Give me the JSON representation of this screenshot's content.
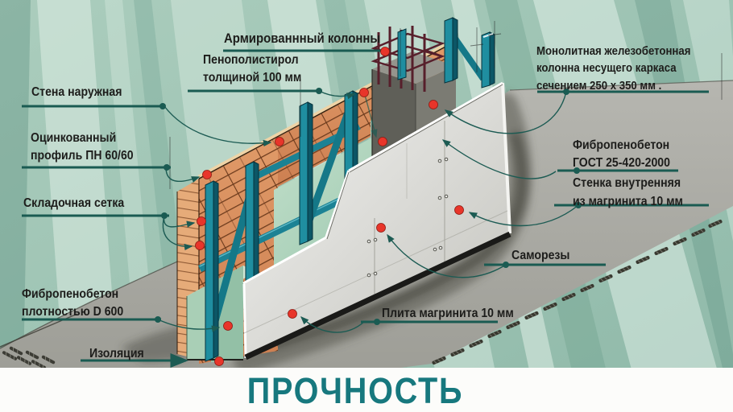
{
  "title": "ПРОЧНОСТЬ",
  "colors": {
    "background_teal": "#9cc2b3",
    "label_line_teal": "#1a5b52",
    "marker_red": "#e8352a",
    "title_teal": "#17787e",
    "steel_teal": "#1b8294",
    "brick_orange": "#d98e60",
    "panel_gray": "#dcdcd8"
  },
  "labels": {
    "armored_columns": "Армированнный колонны",
    "foam": [
      "Пенополистирол",
      "толщиной 100 мм"
    ],
    "outer_wall": "Стена наружная",
    "profile": [
      "Оцинкованный",
      "профиль ПН 60/60"
    ],
    "mesh": "Складочная сетка",
    "fiber_foam_density": [
      "Фибропенобетон",
      "плотностью  D 600"
    ],
    "insulation": "Изоляция",
    "monolithic_column": [
      "Монолитная железобетонная",
      "колонна несущего каркаса",
      "сечением  250 x 350 мм ."
    ],
    "fiber_foam_gost": [
      "Фибропенобетон",
      "ГОСТ 25-420-2000"
    ],
    "inner_wall": [
      "Стенка внутренняя",
      "из магринита 10 мм"
    ],
    "screws": "Саморезы",
    "board": "Плита  магринита 10 мм"
  }
}
